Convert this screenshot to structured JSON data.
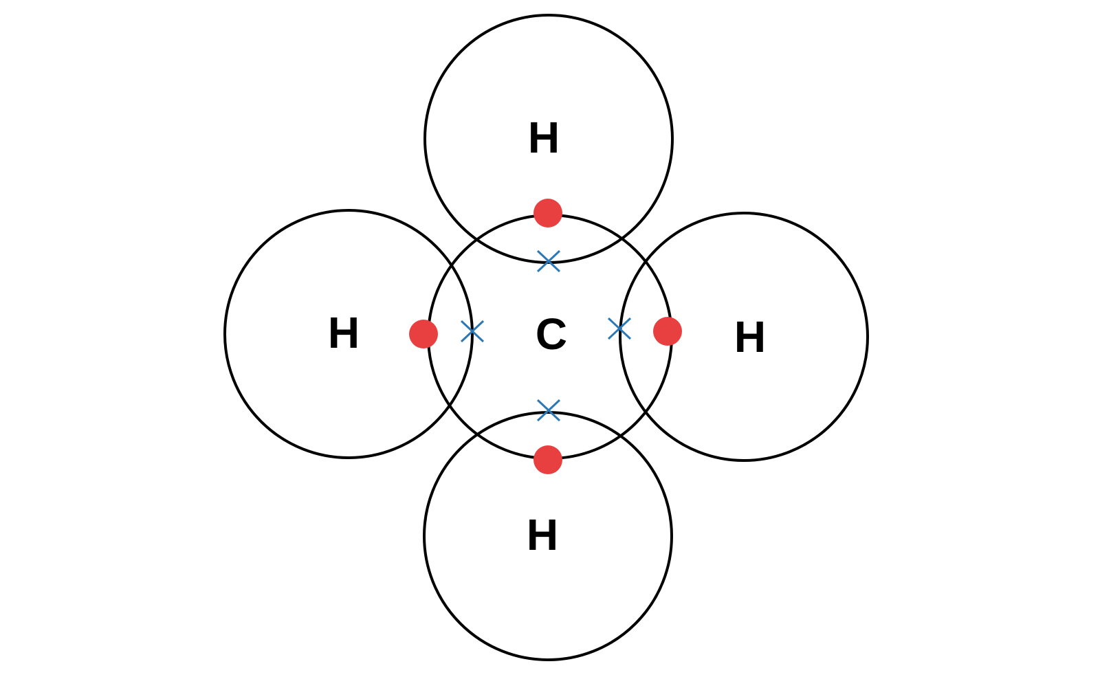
{
  "diagram": {
    "colors": {
      "shell_stroke": "#000000",
      "label_text": "#000000",
      "hydrogen_electron": "#e84040",
      "carbon_electron": "#2b78b6"
    },
    "atoms": {
      "carbon": {
        "label": "C"
      },
      "hydrogen_top": {
        "label": "H"
      },
      "hydrogen_left": {
        "label": "H"
      },
      "hydrogen_right": {
        "label": "H"
      },
      "hydrogen_bottom": {
        "label": "H"
      }
    },
    "electron_legend": {
      "hydrogen_electron_marker": "dot",
      "carbon_electron_marker": "cross"
    }
  }
}
